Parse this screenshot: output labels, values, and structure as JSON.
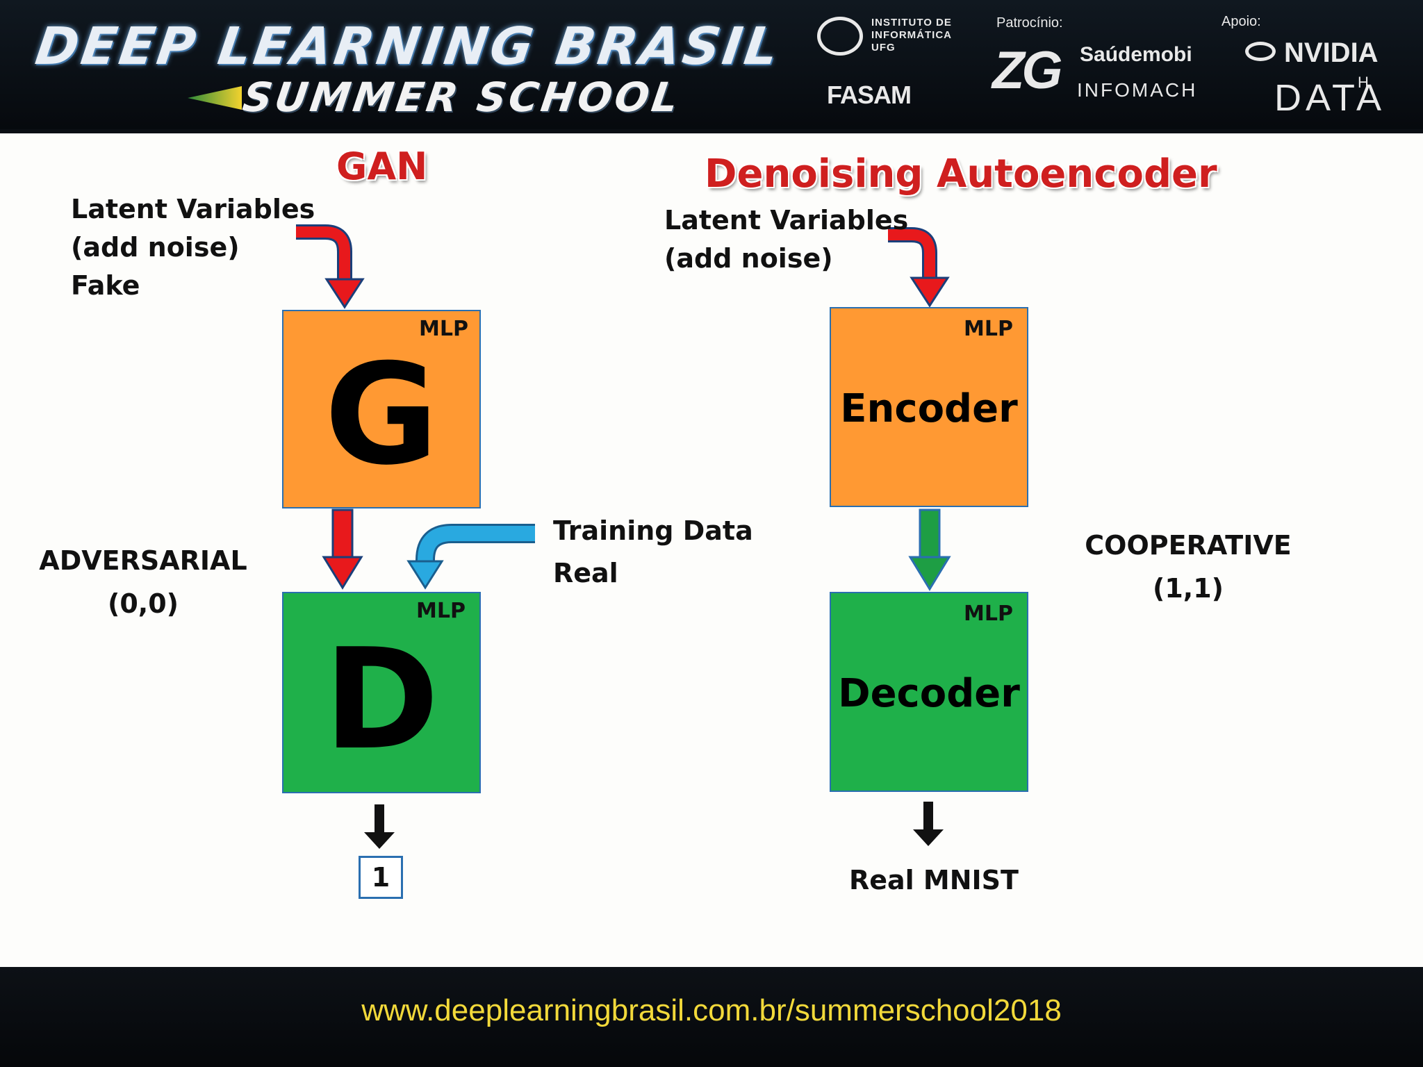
{
  "banner": {
    "brand_line1": "DEEP LEARNING BRASIL",
    "brand_line2": "SUMMER SCHOOL",
    "inf_text": "INSTITUTO DE INFORMÁTICA UFG",
    "fasam": "FASAM",
    "sponsor_label": "Patrocínio:",
    "zg": "ZG",
    "saudemobi": "Saúdemobi",
    "infomach": "INFOMACH",
    "support_label": "Apoio:",
    "nvidia": "NVIDIA",
    "datah": "DATA",
    "datah_sup": "H"
  },
  "gan": {
    "title": "GAN",
    "input_label": [
      "Latent Variables",
      "(add noise)",
      "Fake"
    ],
    "generator": {
      "tag": "MLP",
      "letter": "G"
    },
    "discriminator": {
      "tag": "MLP",
      "letter": "D"
    },
    "training_label": [
      "Training Data",
      "Real"
    ],
    "mode_label": [
      "ADVERSARIAL",
      "(0,0)"
    ],
    "output": "1"
  },
  "dae": {
    "title": "Denoising Autoencoder",
    "input_label": [
      "Latent Variables",
      "(add noise)"
    ],
    "encoder": {
      "tag": "MLP",
      "label": "Encoder"
    },
    "decoder": {
      "tag": "MLP",
      "label": "Decoder"
    },
    "mode_label": [
      "COOPERATIVE",
      "(1,1)"
    ],
    "output": "Real MNIST"
  },
  "colors": {
    "orange_box": "#ff9933",
    "green_box": "#1fb04a",
    "red_arrow": "#e8191c",
    "blue_arrow": "#29a9e0",
    "green_arrow": "#1e9e44",
    "title_red": "#cf1f1f",
    "footer_url": "#f2d93a"
  },
  "footer": {
    "url": "www.deeplearningbrasil.com.br/summerschool2018"
  }
}
